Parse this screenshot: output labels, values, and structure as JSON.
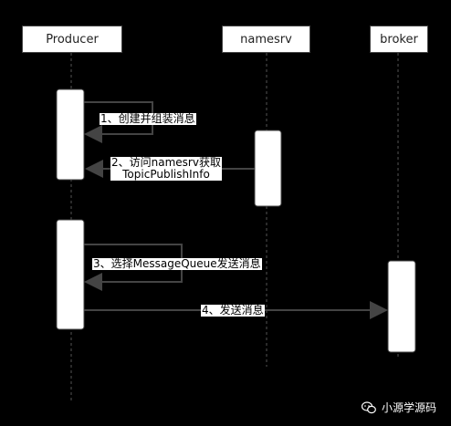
{
  "participants": [
    "Producer",
    "namesrv",
    "broker"
  ],
  "messages": [
    {
      "label": "1、创建并组装消息"
    },
    {
      "label_line1": "2、访问namesrv获取",
      "label_line2": "TopicPublishInfo"
    },
    {
      "label": "3、选择MessageQueue发送消息"
    },
    {
      "label": "4、发送消息"
    }
  ],
  "watermark": "小源学源码",
  "colors": {
    "background": "#000000",
    "box": "#ffffff",
    "line": "#444444"
  },
  "icons": {
    "watermark": "wechat-icon"
  }
}
